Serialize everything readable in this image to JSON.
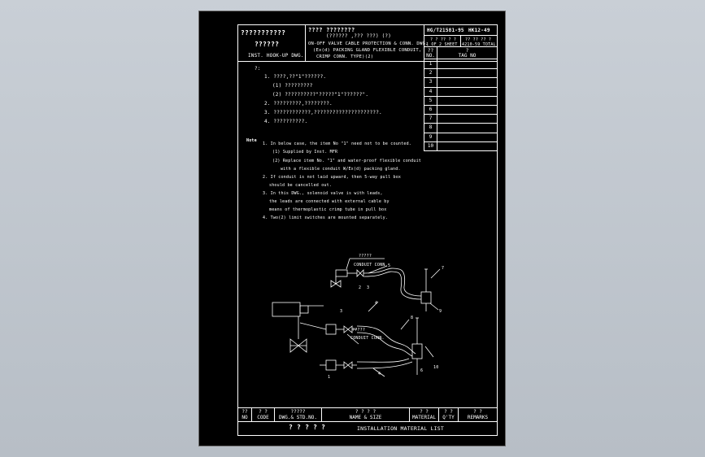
{
  "title_block": {
    "left_line1": "???????????",
    "left_line2": "??????",
    "left_line3": "INST. HOOK-UP DWG.",
    "mid_line1": "????  ????????",
    "mid_line2": "(??????    ,???  ???)     (?)",
    "mid_line3": "ON-OFF VALVE CABLE PROTECTION & CONN. DWG.",
    "mid_line4": "(Ex(d) PACKING GLAND FLEXIBLE CONDUIT,",
    "mid_line5": "CRIMP CONN. TYPE)(2)",
    "doc_no": "HG/T21581-95",
    "sheet_no": "HK12-49",
    "sheet_hdr1": "?  ?  ??  ?  ?",
    "sheet_hdr2": "1  OF  2  SHEET",
    "sheet_hdr3": "??  ??  ??  ?",
    "sheet_hdr4": "4210-59 TOTAL"
  },
  "tag_table": {
    "hdr_no_a": "??",
    "hdr_no_b": "NO.",
    "hdr_tag_a": "?",
    "hdr_tag_b": "TAG  NO",
    "rows": [
      "1",
      "2",
      "3",
      "4",
      "5",
      "6",
      "7",
      "8",
      "9",
      "10"
    ]
  },
  "notes_cn": {
    "head": "?:",
    "n1": "1.  ????,??\"1\"??????.",
    "n1a": "(1)  ?????????",
    "n1b": "(2)  ??????????\"?????\"1\"??????\".",
    "n2": "2.  ?????????,????????.",
    "n3": "3.  ????????????,?????????????????????.",
    "n4": "4.  ??????????."
  },
  "notes_en": {
    "head": "Note",
    "n1": "1. In below case, the item No \"1\" need not to be counted.",
    "n1a": "(1) Supplied by Inst. MFR",
    "n1b": "(2) Replace item No. \"1\" and water-proof flexible conduit",
    "n1c": "with a flexible conduit W/Ex(d) packing gland.",
    "n2": "2. If conduit is not laid upward, then 5-way pull box",
    "n2b": "should be cancelled out.",
    "n3": "3. In this DWG., solenoid valve is with leads,",
    "n3b": "the leads are connected with external cable by",
    "n3c": "means of thermoplastic crimp tube in pull box",
    "n4": "4. Two(2) limit switches are mounted separately."
  },
  "diagram": {
    "top_label_cn": "?????",
    "top_label_en": "CONDUIT CONN.",
    "mid_label_cn": "?????",
    "mid_label_en": "CONDUIT CONN.",
    "c2": "2",
    "c3": "3",
    "c5": "5",
    "c7": "7",
    "c9": "9",
    "c3b": "3",
    "c4": "4",
    "c8": "8",
    "c1": "1",
    "c4b": "4",
    "c6": "6",
    "c10": "10"
  },
  "bom_header": {
    "no_cn": "??",
    "no_en": "NO",
    "code_cn": "?  ?",
    "code_en": "CODE",
    "dwg_cn": "?????",
    "dwg_en": "DWG.& STD.NO.",
    "name_cn": "?    ?    ?    ?",
    "name_en": "NAME & SIZE",
    "mat_cn": "?    ?",
    "mat_en": "MATERIAL",
    "qty_cn": "? ?",
    "qty_en": "Q'TY",
    "rem_cn": "?    ?",
    "rem_en": "REMARKS"
  },
  "footer": {
    "cn": "?   ?   ?   ?   ?",
    "en": "INSTALLATION  MATERIAL  LIST"
  }
}
